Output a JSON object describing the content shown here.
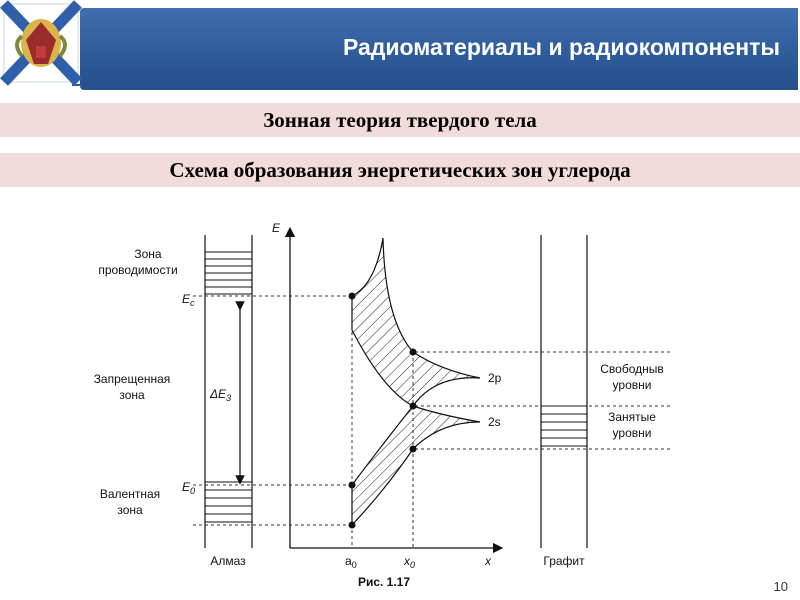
{
  "header": {
    "title": "Радиоматериалы и радиокомпоненты",
    "logo_icon": "naval-flag-emblem-icon",
    "colors": {
      "bar": "#2d5a99",
      "band": "#f2dcdb"
    }
  },
  "subtitle": "Зонная теория твердого тела",
  "heading": "Схема образования энергетических зон углерода",
  "diagram": {
    "left_labels": {
      "conduction": [
        "Зона",
        "проводимости"
      ],
      "forbidden": [
        "Запрещенная",
        "зона"
      ],
      "valence": [
        "Валентная",
        "зона"
      ]
    },
    "ec": "E",
    "ec_sub": "c",
    "e0": "E",
    "e0_sub": "0",
    "delta": "ΔE",
    "delta_sub": "3",
    "axis_e": "E",
    "axis_x": "x",
    "a0": "a",
    "a0_sub": "0",
    "x0": "x",
    "x0_sub": "0",
    "level_2p": "2p",
    "level_2s": "2s",
    "diamond": "Алмаз",
    "graphite": "Графит",
    "free_levels": [
      "Свободныв",
      "уровни"
    ],
    "occupied_levels": [
      "Занятые",
      "уровни"
    ],
    "caption": "Рис. 1.17"
  },
  "page_number": "10"
}
